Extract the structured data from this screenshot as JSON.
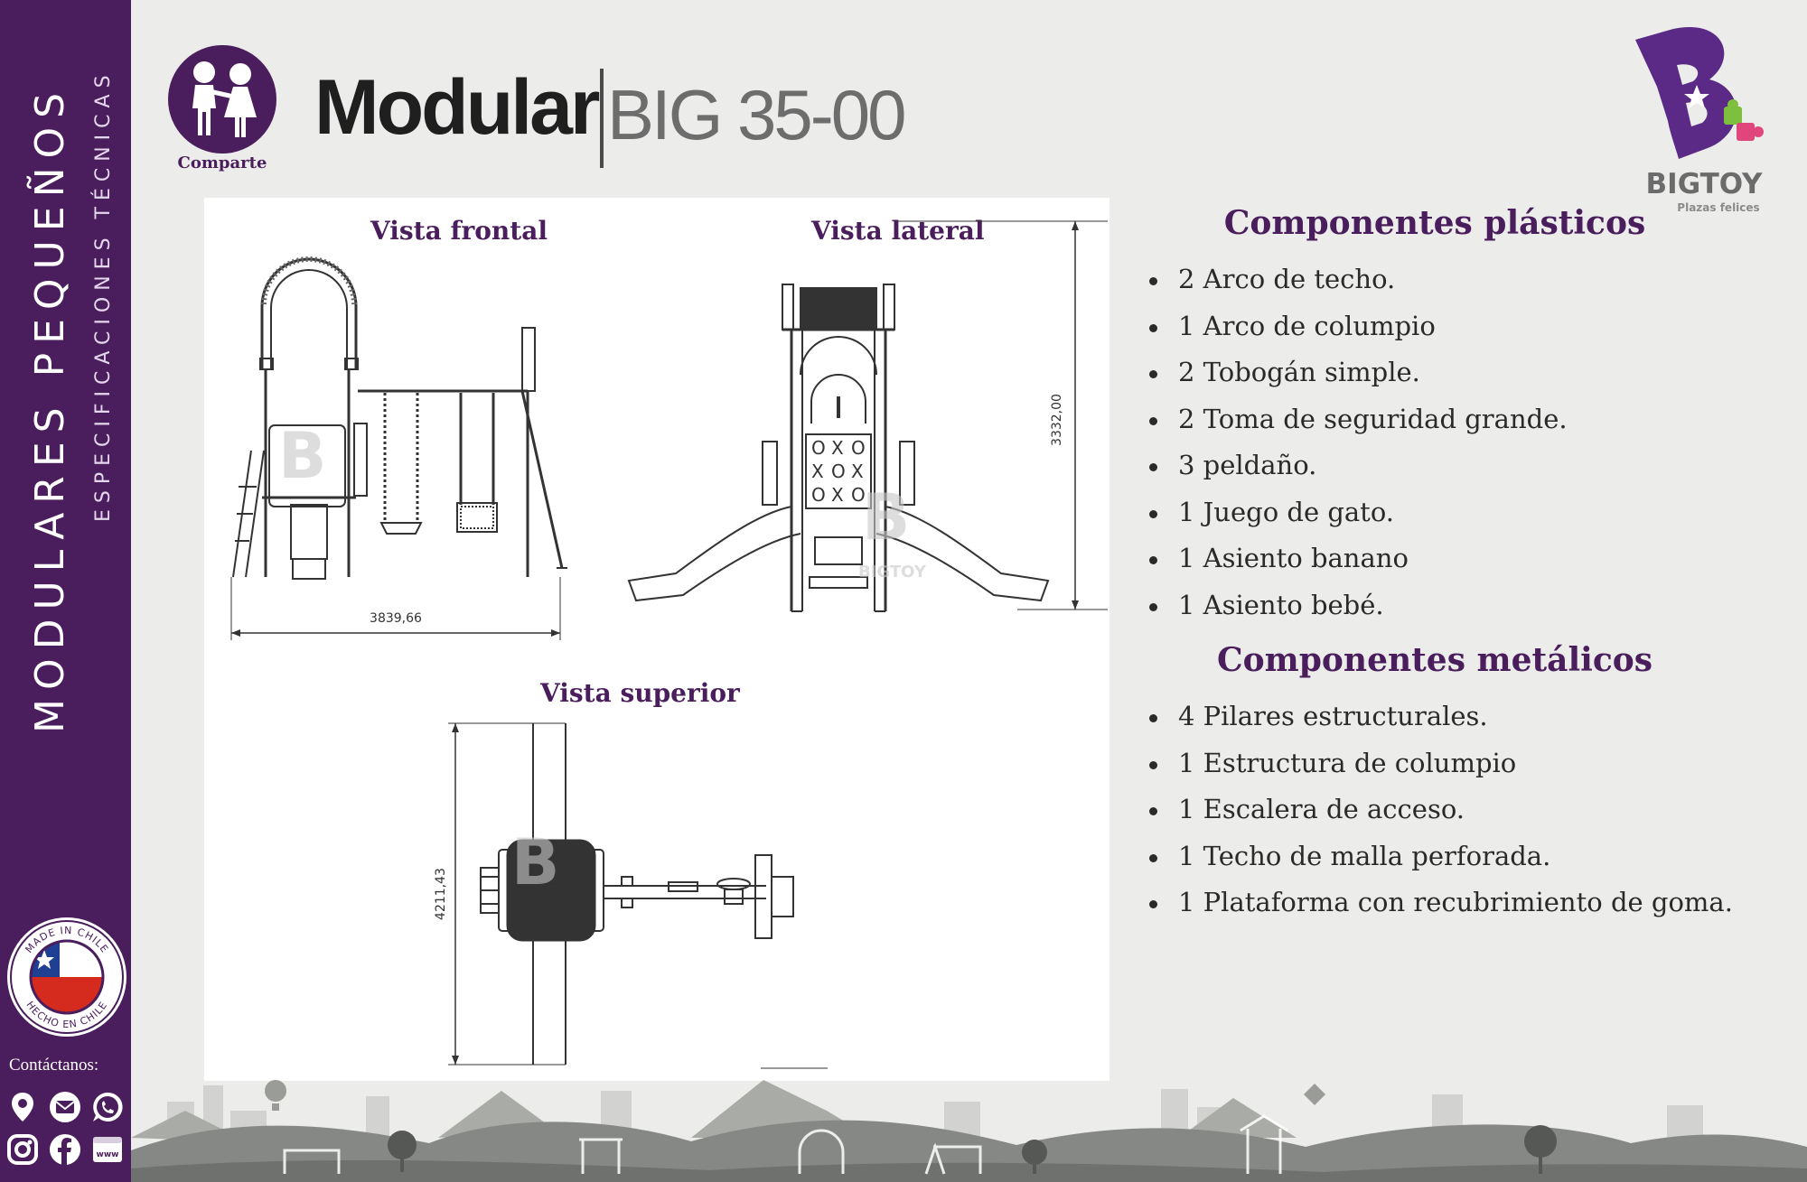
{
  "sidebar": {
    "title": "MODULARES PEQUEÑOS",
    "subtitle": "ESPECIFICACIONES TÉCNICAS",
    "seal": {
      "top_text": "MADE IN CHILE",
      "bottom_text": "HECHO EN CHILE"
    },
    "contact_label": "Contáctanos:",
    "contact_icons": [
      "location-icon",
      "email-icon",
      "whatsapp-icon",
      "instagram-icon",
      "facebook-icon",
      "website-icon"
    ],
    "color": "#4a1e5c"
  },
  "header": {
    "badge_label": "Comparte",
    "title": "Modular",
    "code": "BIG 35-00"
  },
  "logo": {
    "name": "BIGTOY",
    "tagline": "Plazas felices",
    "colors": {
      "purple": "#5b2a86",
      "green": "#7fbf3f",
      "pink": "#e0457b"
    }
  },
  "drawings": {
    "front": {
      "title": "Vista frontal",
      "dimension": "3839,66"
    },
    "side": {
      "title": "Vista lateral",
      "dimension": "3332,00"
    },
    "top": {
      "title": "Vista superior",
      "dimension": "4211,43"
    },
    "watermark": "BIGTOY"
  },
  "plastic": {
    "title": "Componentes plásticos",
    "items": [
      "2 Arco de techo.",
      "1 Arco de columpio",
      "2 Tobogán simple.",
      "2 Toma de seguridad grande.",
      "3 peldaño.",
      "1 Juego de gato.",
      "1 Asiento banano",
      "1 Asiento bebé."
    ]
  },
  "metal": {
    "title": "Componentes metálicos",
    "items": [
      "4 Pilares estructurales.",
      "1 Estructura de columpio",
      "1 Escalera de acceso.",
      "1 Techo de malla perforada.",
      "1 Plataforma con recubrimiento de goma."
    ]
  }
}
